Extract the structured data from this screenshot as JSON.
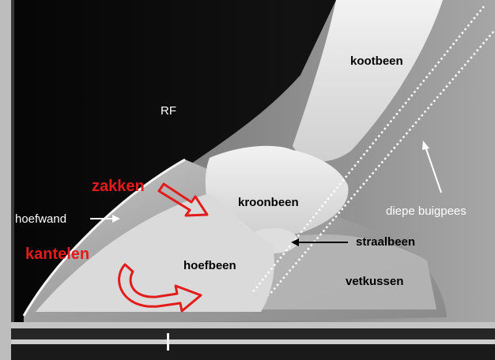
{
  "image": {
    "view_label": "RF",
    "colors": {
      "background": "#0b0b0b",
      "bone": "#e6e6e6",
      "soft_tissue": "#a5a5a5",
      "accent": "#e31b1b",
      "text_dark": "#000000",
      "text_light": "#ffffff"
    },
    "labels": {
      "kootbeen": "kootbeen",
      "kroonbeen": "kroonbeen",
      "hoefbeen": "hoefbeen",
      "straalbeen": "straalbeen",
      "vetkussen": "vetkussen",
      "hoefwand": "hoefwand",
      "diepe_buigpees": "diepe buigpees",
      "zakken": "zakken",
      "kantelen": "kantelen"
    },
    "icons": [
      "arrow-right-icon",
      "arrow-left-icon",
      "arrow-up-icon",
      "curved-arrow-icon",
      "block-arrow-icon"
    ]
  }
}
